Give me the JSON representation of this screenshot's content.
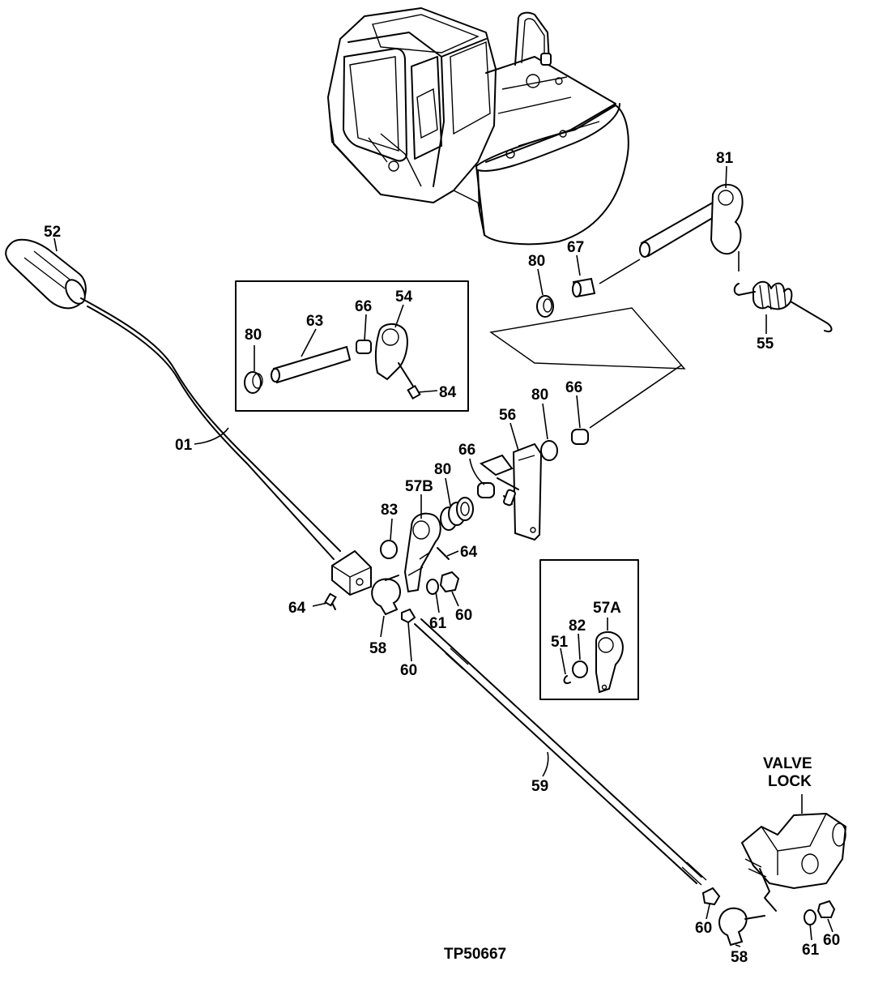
{
  "figure_id": "TP50667",
  "valve_lock_label": [
    "VALVE",
    "LOCK"
  ],
  "callouts": {
    "handle_grip": "52",
    "lever": "01",
    "pivot_shaft_top": "81",
    "spring": "55",
    "washer_top": "80",
    "bushing_top": "67",
    "inset1_washer": "80",
    "inset1_shaft": "63",
    "inset1_bushing": "66",
    "inset1_arm": "54",
    "inset1_pin": "84",
    "bracket": "56",
    "washer_mid_right": "80",
    "bushing_mid_right": "66",
    "bushing_mid": "66",
    "washer_mid": "80",
    "arm_57b": "57B",
    "bushing_83": "83",
    "pin_64_right": "64",
    "pin_64_left": "64",
    "ball_joint_58": "58",
    "washer_61": "61",
    "nut_60_mid": "60",
    "nut_60_lower": "60",
    "rod_59": "59",
    "inset2_arm": "57A",
    "inset2_bushing": "82",
    "inset2_clip": "51",
    "nut_60_bottom_left": "60",
    "ball_joint_58_bottom": "58",
    "washer_61_bottom": "61",
    "nut_60_bottom_right": "60"
  }
}
